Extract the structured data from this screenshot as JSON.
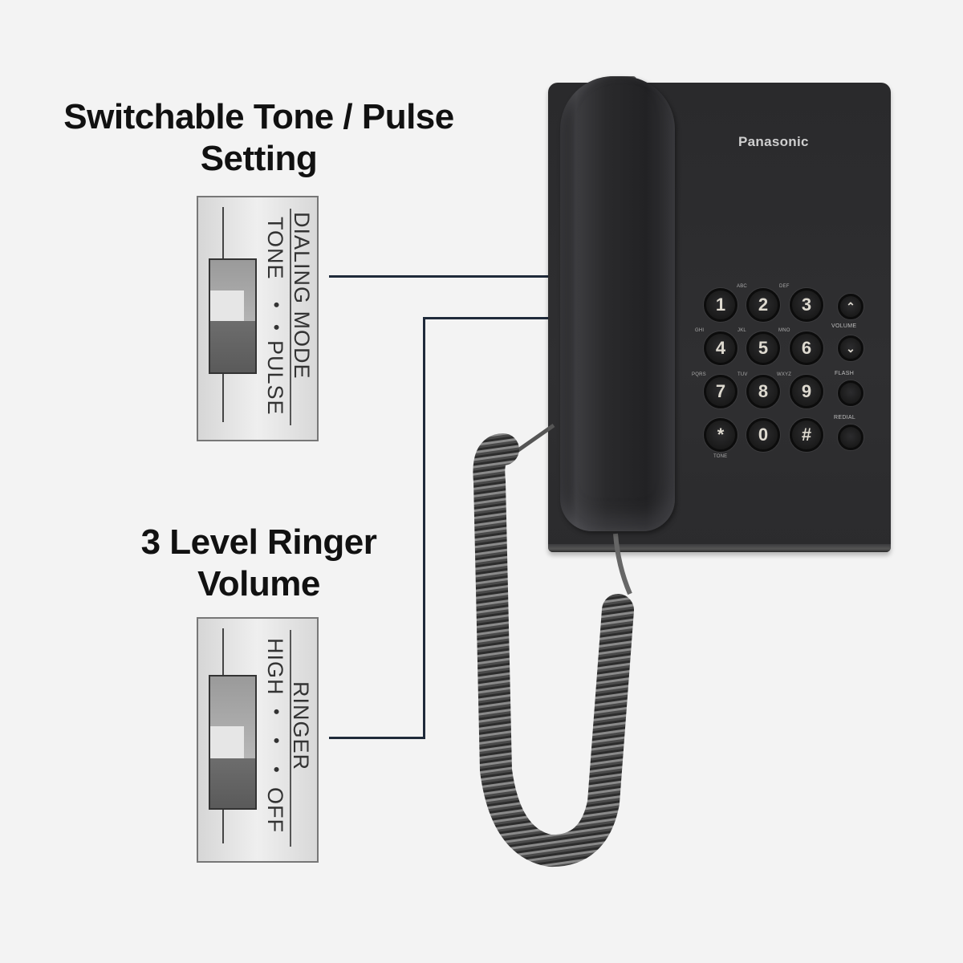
{
  "features": {
    "dialing": {
      "title_line1": "Switchable Tone / Pulse",
      "title_line2": "Setting",
      "switch": {
        "header": "DIALING MODE",
        "option_left": "TONE",
        "option_right": "PULSE",
        "separator": "•  •",
        "selected": "TONE"
      }
    },
    "ringer": {
      "title_line1": "3 Level Ringer",
      "title_line2": "Volume",
      "switch": {
        "header": "RINGER",
        "option_left": "HIGH",
        "option_right": "OFF",
        "separator": "•  •  •",
        "selected": "HIGH"
      }
    }
  },
  "phone": {
    "brand": "Panasonic",
    "keypad": [
      {
        "key": "1",
        "sub": ""
      },
      {
        "key": "2",
        "sub": "ABC"
      },
      {
        "key": "3",
        "sub": "DEF"
      },
      {
        "key": "4",
        "sub": "GHI"
      },
      {
        "key": "5",
        "sub": "JKL"
      },
      {
        "key": "6",
        "sub": "MNO"
      },
      {
        "key": "7",
        "sub": "PQRS"
      },
      {
        "key": "8",
        "sub": "TUV"
      },
      {
        "key": "9",
        "sub": "WXYZ"
      },
      {
        "key": "*",
        "sub": "TONE"
      },
      {
        "key": "0",
        "sub": ""
      },
      {
        "key": "#",
        "sub": ""
      }
    ],
    "function_keys": {
      "volume_up": "⌃",
      "volume_label": "VOLUME",
      "volume_down": "⌄",
      "flash_label": "FLASH",
      "redial_label": "REDIAL"
    }
  },
  "colors": {
    "background": "#f3f3f3",
    "phone_body": "#2d2d2f",
    "connector": "#1f2a3a",
    "key_text": "#dedad0"
  }
}
